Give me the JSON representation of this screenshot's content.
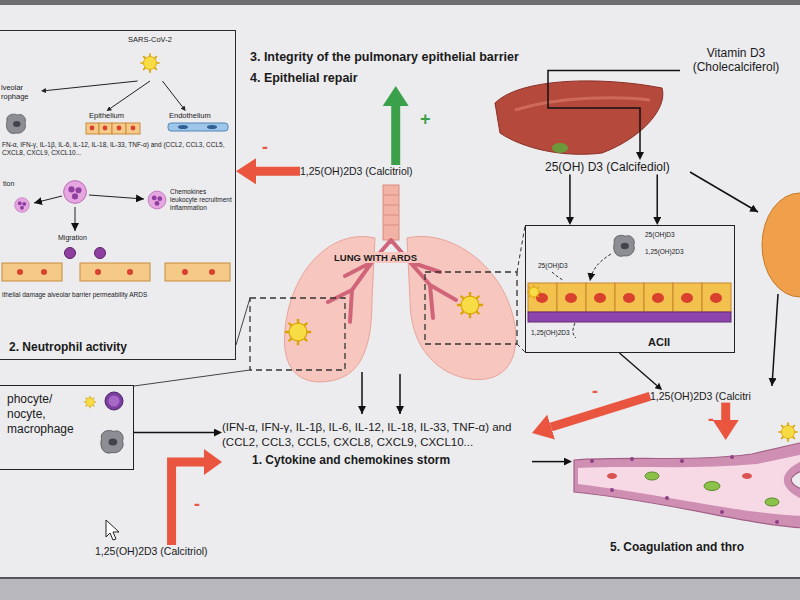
{
  "diagram": {
    "nodes": [
      {
        "text": [
          "2. Neutrophil activity"
        ]
      },
      {
        "text": [
          "SARS-CoV-2"
        ],
        "in": 0
      },
      {
        "text": [
          "lveolar rophage"
        ],
        "in": 0
      },
      {
        "text": [
          "Epithelium"
        ],
        "in": 0
      },
      {
        "text": [
          "Endothelium"
        ],
        "in": 0
      },
      {
        "text": [
          "3. Integrity of the pulmonary epithelial barrier",
          "4. Epithelial repair"
        ]
      },
      {
        "text": [
          "1,25(OH)2D3 (Calcitriol)"
        ]
      },
      {
        "text": [
          "Vitamin D3 (Cholecalciferol)"
        ]
      },
      {
        "text": [
          "25(OH) D3 (Calcifediol)"
        ]
      },
      {
        "text": [
          "ACII"
        ]
      },
      {
        "text": [
          "1,25(OH)2D3 (Calcitri"
        ]
      },
      {
        "text": [
          "phocyte/ nocyte, macrophage"
        ]
      },
      {
        "text": [
          "(IFN-α, IFN-γ, IL-1β, IL-6, IL-12, IL-18, IL-33, TNF-α) and (CCL2, CCL3, CCL5, CXCL8, CXCL9, CXCL10...",
          "1. Cytokine and chemokines storm"
        ]
      },
      {
        "text": [
          "1,25(OH)2D3 (Calcitriol)"
        ]
      },
      {
        "text": [
          "5. Coagulation and thro"
        ]
      }
    ],
    "edges": [
      {
        "from": 1,
        "to": 2,
        "arrow": "to"
      },
      {
        "from": 1,
        "to": 3,
        "arrow": "to"
      },
      {
        "from": 1,
        "to": 4,
        "arrow": "to"
      },
      {
        "from": 6,
        "to": 5,
        "arrow": "to",
        "label": "+"
      },
      {
        "from": 6,
        "to": 0,
        "arrow": "to",
        "label": "-"
      },
      {
        "from": 7,
        "to": 8,
        "arrow": "to"
      },
      {
        "from": 8,
        "to": 9,
        "arrow": "to"
      },
      {
        "from": 8,
        "to": 9,
        "arrow": "to"
      },
      {
        "from": 9,
        "to": 10,
        "arrow": "to"
      },
      {
        "from": 10,
        "to": 12,
        "arrow": "to",
        "label": "-"
      },
      {
        "from": 10,
        "to": 14,
        "arrow": "to",
        "label": "-"
      },
      {
        "from": 11,
        "to": 12,
        "arrow": "to"
      },
      {
        "from": 13,
        "to": 12,
        "arrow": "to",
        "label": "-"
      },
      {
        "from": 12,
        "to": 14,
        "arrow": "to"
      }
    ],
    "labels": [
      "FN-α, IFN-γ, IL-1β, IL-6, IL-12, IL-18, IL-33, TNF-α) and (CCL2, CCL3, CCL5, CXCL8, CXCL9, CXCL10...",
      "tion",
      "Migration",
      "Chemokines leukocyte recruitment inflammation",
      "ithelial damage alveolar barrier permeability ARDS",
      "LUNG WITH ARDS",
      "25(OH)D3",
      "1,25(OH)2D3",
      "25(OH)D3",
      "1,25(OH)2D3"
    ]
  }
}
